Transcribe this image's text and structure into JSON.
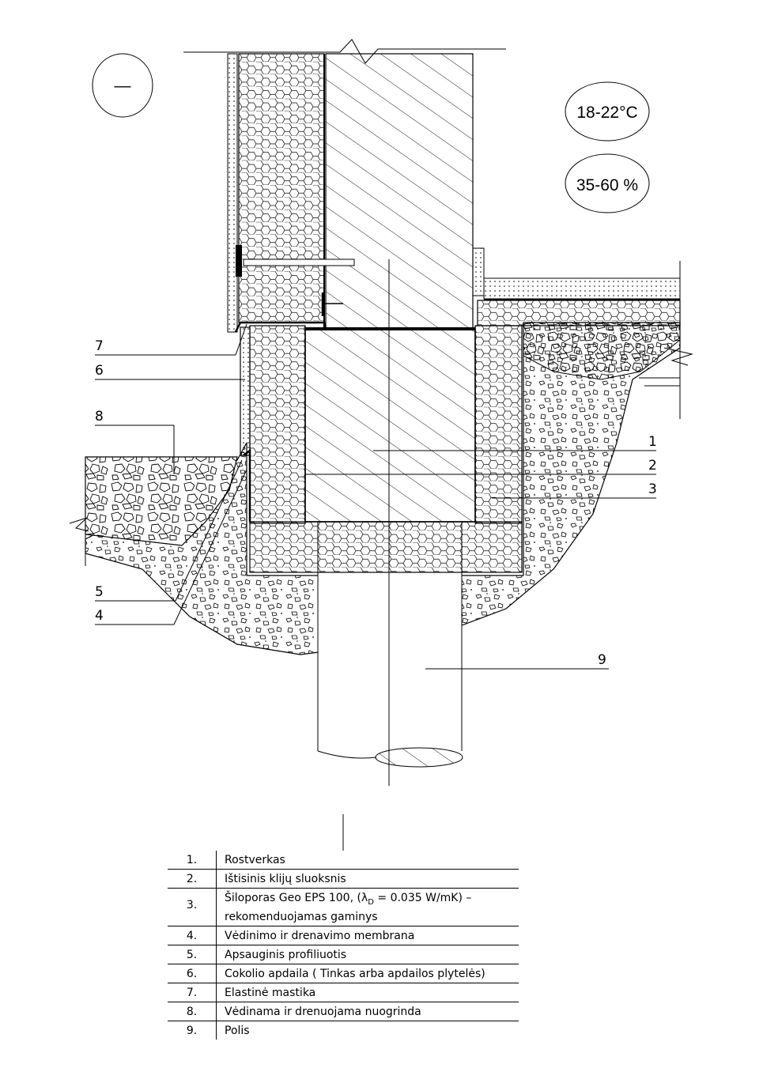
{
  "detail": {
    "section_mark": "—",
    "temperature": "18-22°C",
    "humidity": "35-60 %"
  },
  "callouts": [
    "1",
    "2",
    "3",
    "4",
    "5",
    "6",
    "7",
    "8",
    "9"
  ],
  "legend": [
    {
      "no": "1.",
      "text": "Rostverkas"
    },
    {
      "no": "2.",
      "text": "Ištisinis klijų sluoksnis"
    },
    {
      "no": "3.",
      "text_a": "Šiloporas Geo EPS 100, (λ",
      "sub": "D",
      "text_b": " = 0.035 W/mK) –",
      "text_c": "rekomenduojamas gaminys"
    },
    {
      "no": "4.",
      "text": "Vėdinimo ir drenavimo membrana"
    },
    {
      "no": "5.",
      "text": "Apsauginis profiliuotis"
    },
    {
      "no": "6.",
      "text": "Cokolio apdaila ( Tinkas arba apdailos plytelės)"
    },
    {
      "no": "7.",
      "text": "Elastinė mastika"
    },
    {
      "no": "8.",
      "text": "Vėdinama ir drenuojama nuogrinda"
    },
    {
      "no": "9.",
      "text": "Polis"
    }
  ]
}
